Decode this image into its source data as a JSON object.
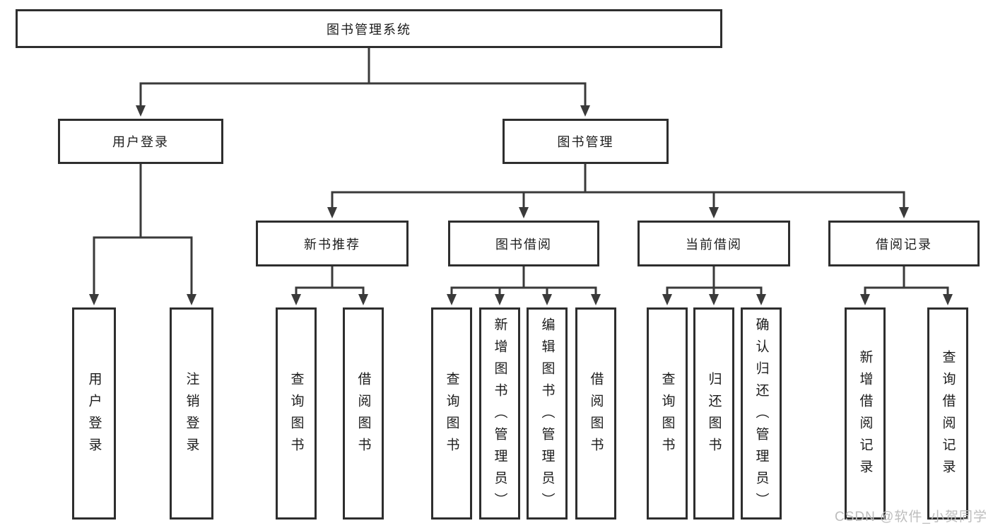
{
  "colors": {
    "line_color": "#3a3a3a",
    "box_border_color": "#2e2e2e",
    "text_color": "#1c1c1c",
    "watermark_color": "#bdbdbd",
    "background_color": "#ffffff"
  },
  "diagram": {
    "root": {
      "label": "图书管理系统"
    },
    "level2": {
      "user_login": {
        "label": "用户登录"
      },
      "book_management": {
        "label": "图书管理"
      }
    },
    "level3": {
      "new_book_recommend": {
        "label": "新书推荐",
        "parent": "图书管理"
      },
      "book_borrowing": {
        "label": "图书借阅",
        "parent": "图书管理"
      },
      "current_borrowing": {
        "label": "当前借阅",
        "parent": "图书管理"
      },
      "borrowing_records": {
        "label": "借阅记录",
        "parent": "图书管理"
      }
    },
    "leaves": {
      "under_user_login": [
        {
          "label": "用户登录"
        },
        {
          "label": "注销登录"
        }
      ],
      "under_new_book_recommend": [
        {
          "label": "查询图书"
        },
        {
          "label": "借阅图书"
        }
      ],
      "under_book_borrowing": [
        {
          "label": "查询图书"
        },
        {
          "label": "新增图书（管理员）"
        },
        {
          "label": "编辑图书（管理员）"
        },
        {
          "label": "借阅图书"
        }
      ],
      "under_current_borrowing": [
        {
          "label": "查询图书"
        },
        {
          "label": "归还图书"
        },
        {
          "label": "确认归还（管理员）"
        }
      ],
      "under_borrowing_records": [
        {
          "label": "新增借阅记录"
        },
        {
          "label": "查询借阅记录"
        }
      ]
    }
  },
  "watermark": "CSDN @软件_小贺同学"
}
